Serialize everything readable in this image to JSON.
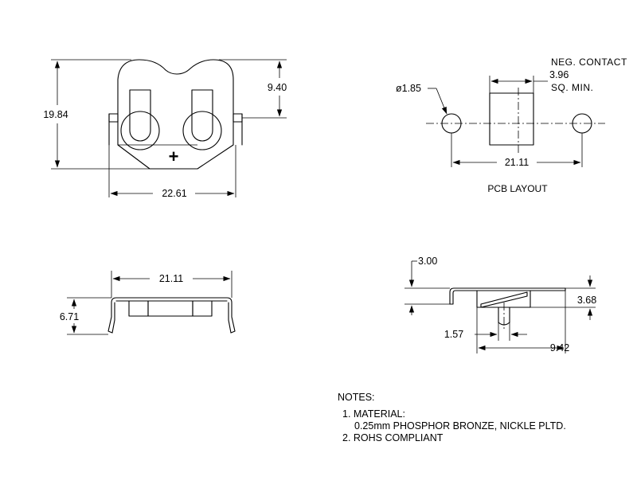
{
  "top_view": {
    "height": "19.84",
    "offset": "9.40",
    "width": "22.61",
    "polarity": "+"
  },
  "pcb_layout": {
    "pad_diameter": "ø1.85",
    "neg_contact_label_line1": "NEG. CONTACT",
    "neg_contact_value": "3.96",
    "neg_contact_label_line2": "SQ.  MIN.",
    "pitch": "21.11",
    "title": "PCB LAYOUT"
  },
  "front_view": {
    "width": "21.11",
    "height": "6.71"
  },
  "side_view": {
    "top_dim": "3.00",
    "height": "3.68",
    "tab_width": "1.57",
    "length": "9.42"
  },
  "notes": {
    "title": "NOTES:",
    "item1": "1. MATERIAL:",
    "item1_detail": "0.25mm PHOSPHOR BRONZE, NICKLE PLTD.",
    "item2": "2. ROHS COMPLIANT"
  }
}
